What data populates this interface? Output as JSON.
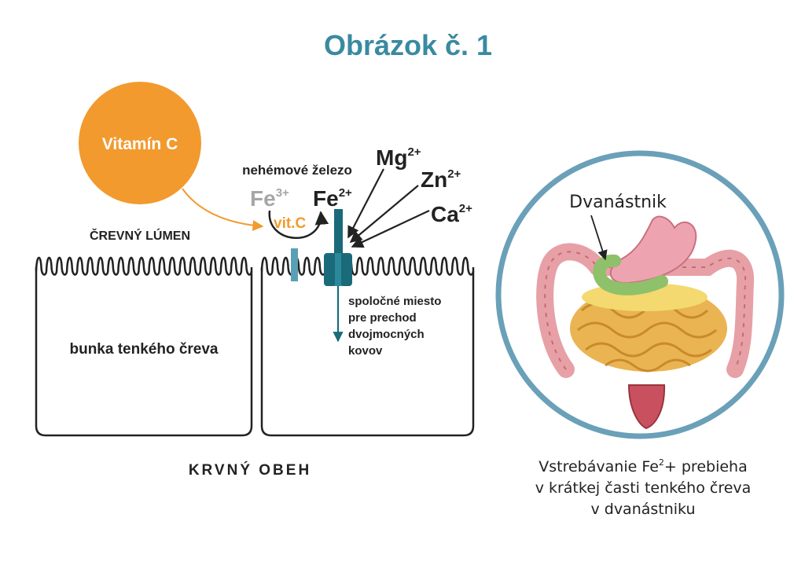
{
  "title": "Obrázok č. 1",
  "vitamin_c": "Vitamín C",
  "nonheme_iron": "nehémové železo",
  "fe3": {
    "base": "Fe",
    "charge": "3+"
  },
  "fe2": {
    "base": "Fe",
    "charge": "2+"
  },
  "mg": {
    "base": "Mg",
    "charge": "2+"
  },
  "zn": {
    "base": "Zn",
    "charge": "2+"
  },
  "ca": {
    "base": "Ca",
    "charge": "2+"
  },
  "vit_c_short": "vit.C",
  "lumen": "ČREVNÝ LÚMEN",
  "cell_label": "bunka tenkého čreva",
  "transporter_lines": [
    "spoločné miesto",
    "pre prechod",
    "dvojmocných",
    "kovov"
  ],
  "blood": "KRVNÝ OBEH",
  "duodenum_label": "Dvanástnik",
  "caption": {
    "line1_pre": "Vstrebávanie Fe",
    "line1_sup": "2",
    "line1_post": "+ prebieha",
    "line2": "v krátkej časti tenkého čreva",
    "line3": "v dvanástniku"
  },
  "colors": {
    "title": "#3a8aa0",
    "vitamin_c": "#f29a2e",
    "fe3": "#a6a6a6",
    "transporter": "#1a6a7a",
    "transporter_light": "#5aa0b4",
    "ring": "#6aa0b8",
    "text": "#222222"
  }
}
